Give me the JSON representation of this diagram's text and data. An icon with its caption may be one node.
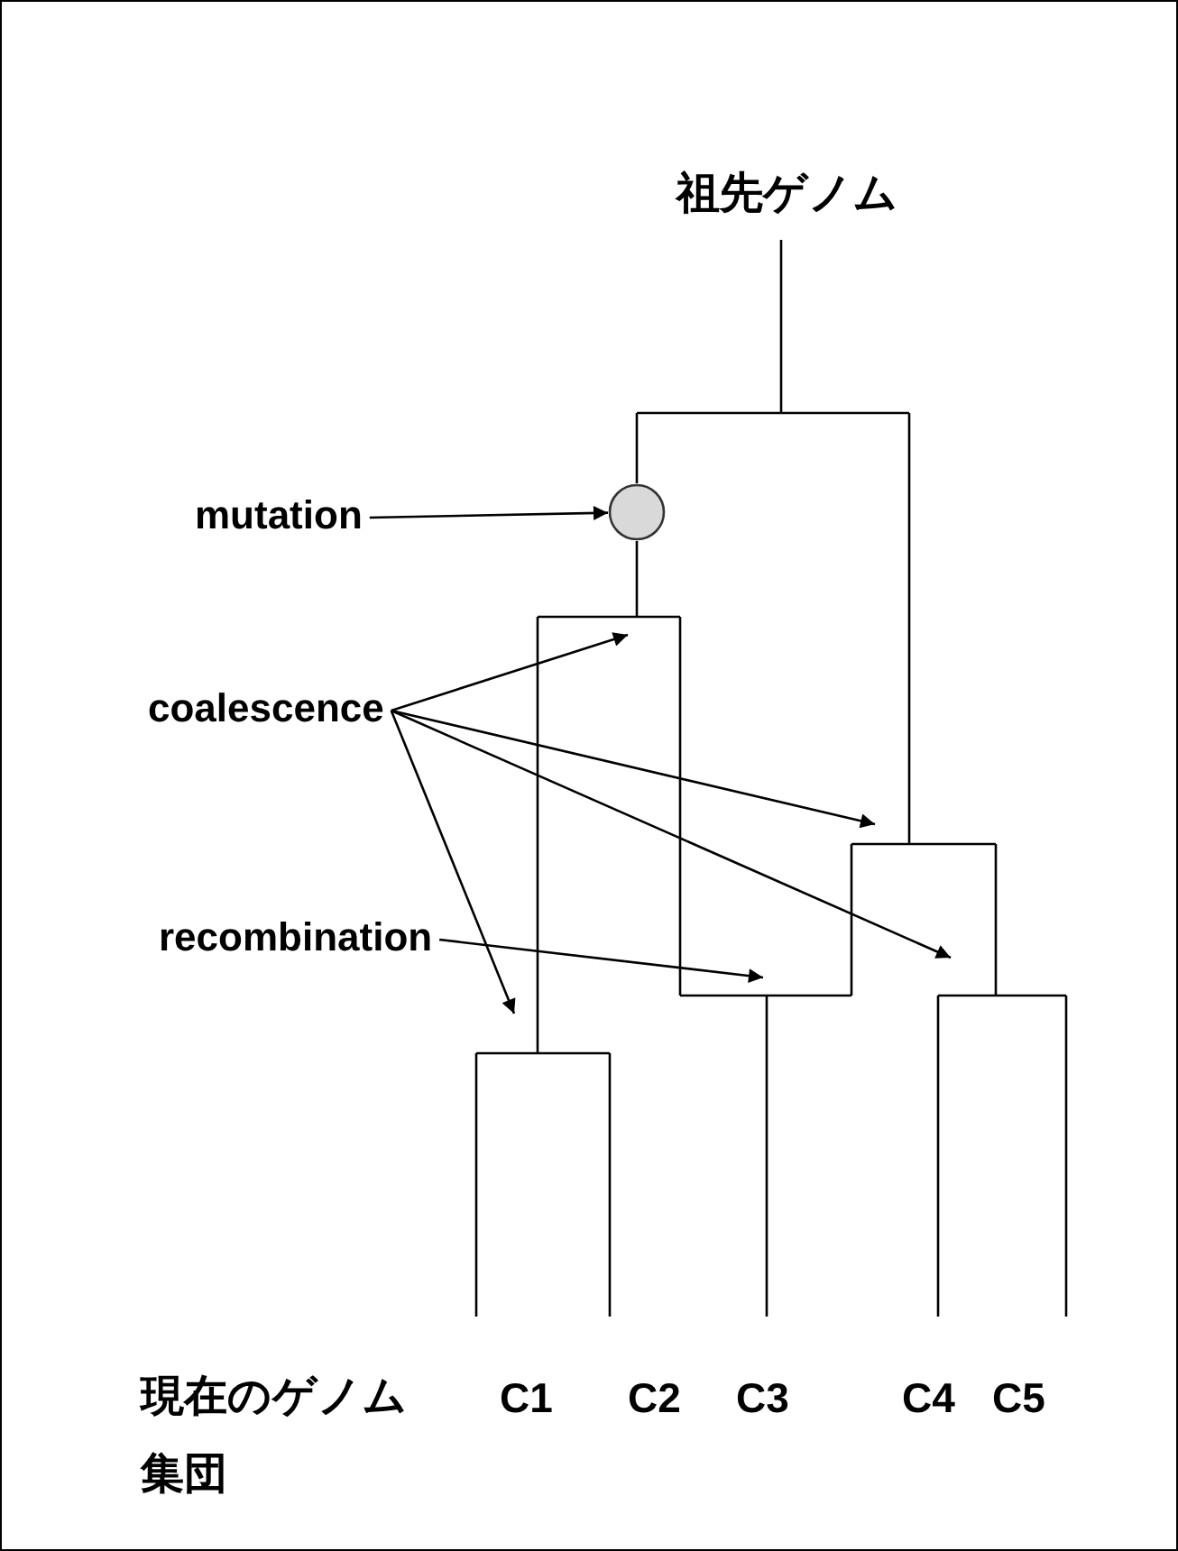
{
  "diagram": {
    "nodes": [
      {
        "text": [
          "mutation"
        ]
      },
      {
        "text": [],
        "shape": "circle"
      },
      {
        "text": [
          "coalescence"
        ]
      },
      {
        "text": [
          "recombination"
        ]
      }
    ],
    "edges": [
      {
        "from": 0,
        "to": 1,
        "arrow": "to"
      },
      {
        "from": 2,
        "to": null,
        "arrow": "to"
      },
      {
        "from": 2,
        "to": null,
        "arrow": "to"
      },
      {
        "from": 2,
        "to": null,
        "arrow": "to"
      },
      {
        "from": 2,
        "to": null,
        "arrow": "to"
      },
      {
        "from": 3,
        "to": null,
        "arrow": "to"
      }
    ],
    "labels": [
      "祖先ゲノム",
      "現在のゲノム集団",
      "C1",
      "C2",
      "C3",
      "C4",
      "C5"
    ]
  }
}
